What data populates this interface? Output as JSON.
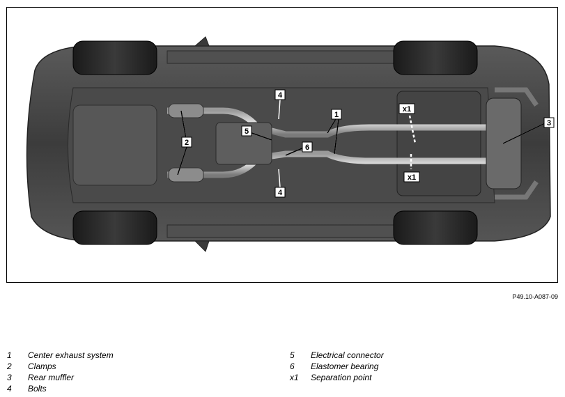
{
  "figure_code": "P49.10-A087-09",
  "callouts": {
    "c1": "1",
    "c2": "2",
    "c3": "3",
    "c4a": "4",
    "c4b": "4",
    "c5": "5",
    "c6": "6",
    "cx1a": "x1",
    "cx1b": "x1"
  },
  "legend_left": [
    {
      "num": "1",
      "label": "Center exhaust system"
    },
    {
      "num": "2",
      "label": "Clamps"
    },
    {
      "num": "3",
      "label": "Rear muffler"
    },
    {
      "num": "4",
      "label": "Bolts"
    }
  ],
  "legend_right": [
    {
      "num": "5",
      "label": "Electrical connector"
    },
    {
      "num": "6",
      "label": "Elastomer bearing"
    },
    {
      "num": "x1",
      "label": "Separation point"
    }
  ]
}
